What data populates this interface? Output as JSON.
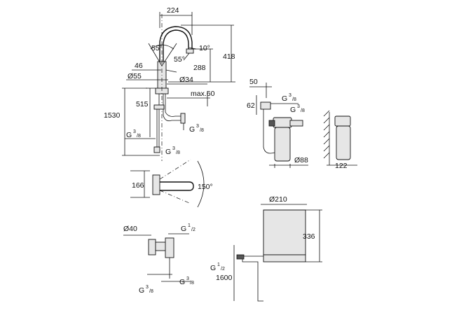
{
  "faucet": {
    "width_reach": "224",
    "angle_swivel_left": "55°",
    "angle_swivel_right": "55°",
    "angle_tilt": "10°",
    "height_total": "418",
    "height_outlet": "288",
    "handle_offset": "46",
    "body_dia": "Ø55",
    "base_dia": "Ø34",
    "deck_max": "max.60",
    "hose_515": "515",
    "hose_1530": "1530",
    "thread_g38_right": "G",
    "thread_g38_left": "G",
    "thread_g38_bottom": "G",
    "frac": "3/8"
  },
  "filter": {
    "offset_50": "50",
    "height_62": "62",
    "thread_top": "G",
    "thread_mid": "G",
    "dia_88": "Ø88",
    "depth_122": "122"
  },
  "swivel": {
    "depth_166": "166",
    "angle_150": "150°"
  },
  "valve": {
    "dia_40": "Ø40",
    "thread_g12": "G",
    "thread_g38_a": "G",
    "thread_g38_b": "G"
  },
  "boiler": {
    "dia_210": "Ø210",
    "height_336": "336",
    "thread_g12": "G",
    "cable_1600": "1600"
  }
}
